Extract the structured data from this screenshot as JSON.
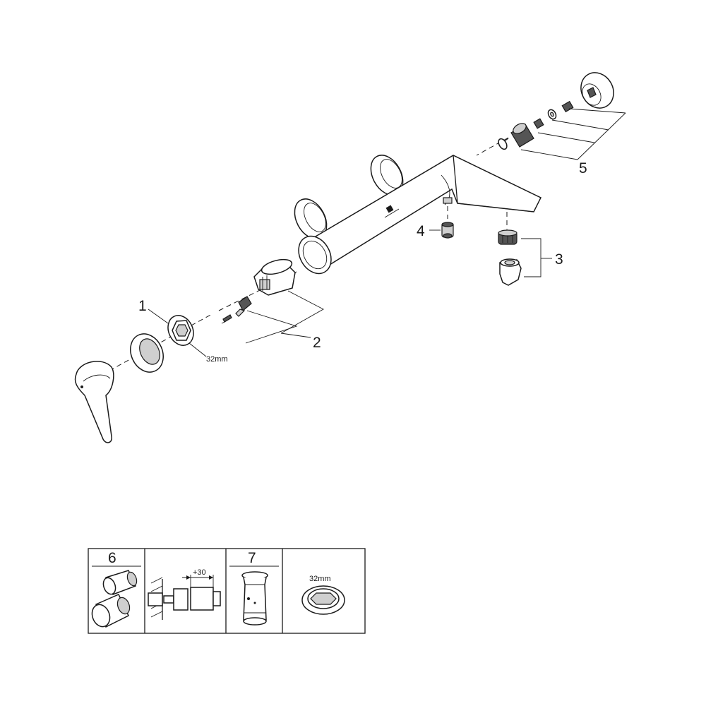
{
  "callouts": {
    "c1": "1",
    "c2": "2",
    "c3": "3",
    "c4": "4",
    "c5": "5"
  },
  "dimension_main": "32mm",
  "accessory_table": {
    "cell6_label": "6",
    "extension_label": "+30",
    "cell7_label": "7",
    "ring_dimension": "32mm"
  }
}
